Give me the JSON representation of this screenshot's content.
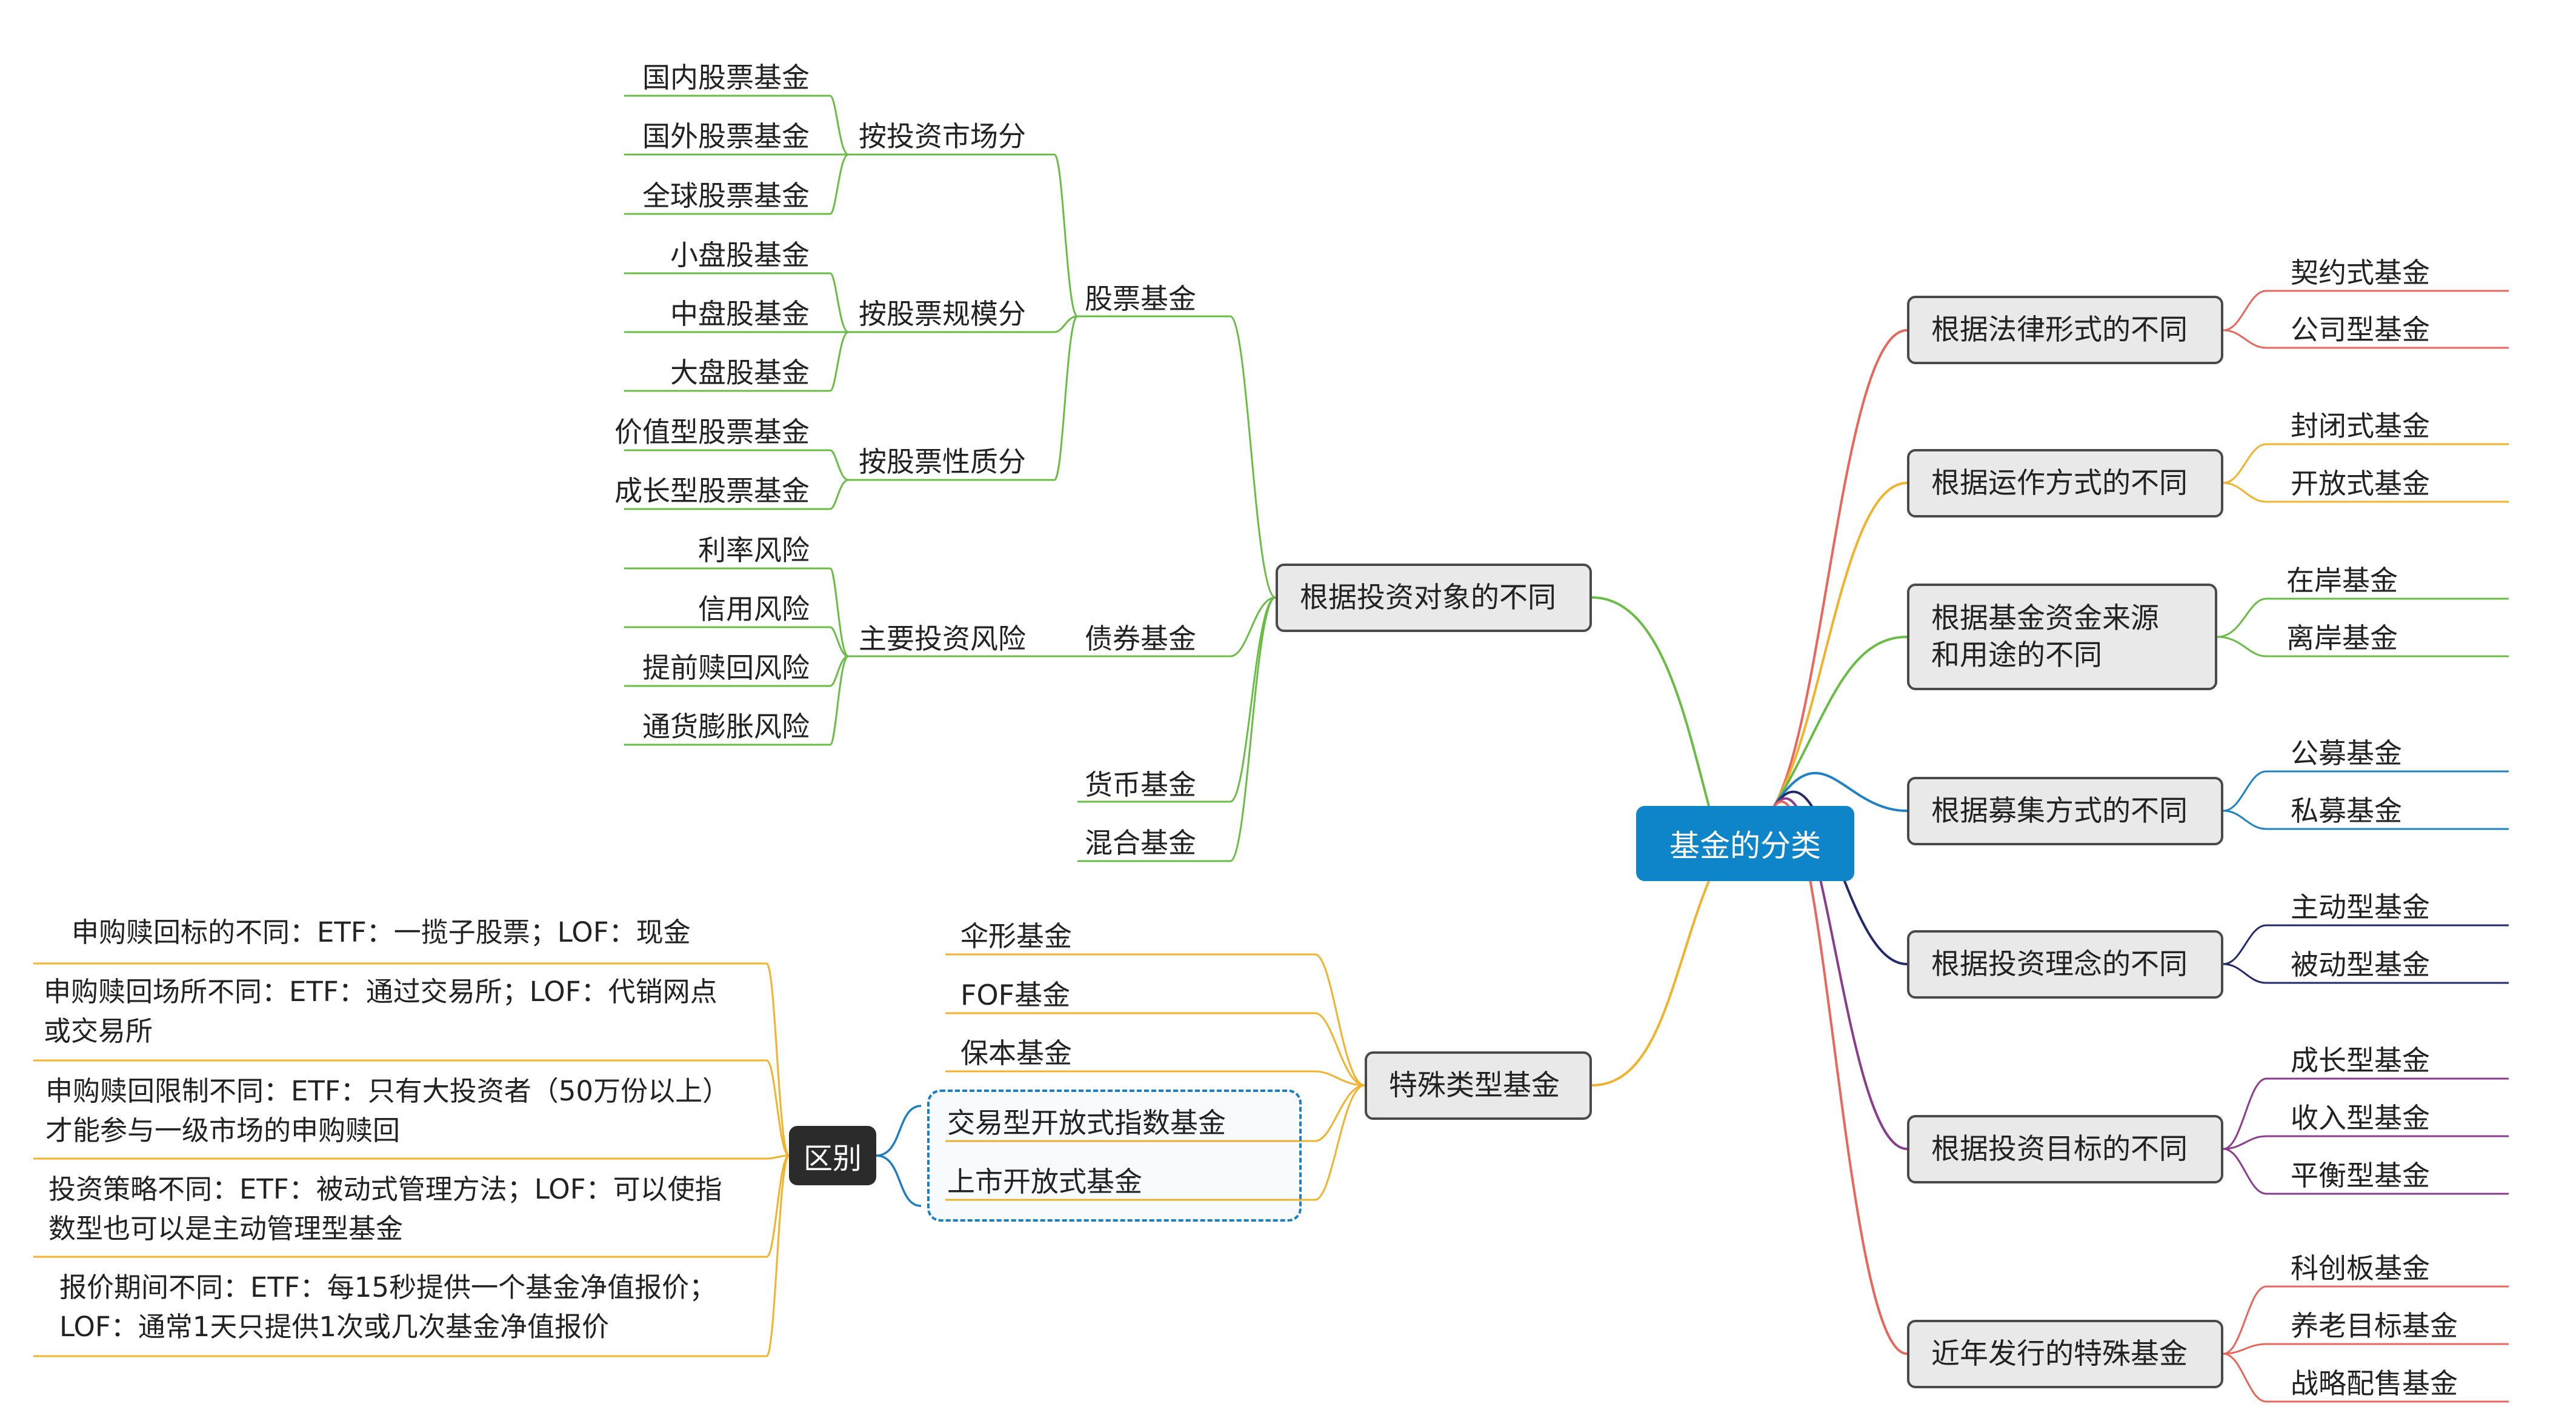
{
  "root": "基金的分类",
  "right": [
    {
      "label": "根据法律形式的不同",
      "color": "#e8665c",
      "children": [
        "契约式基金",
        "公司型基金"
      ]
    },
    {
      "label": "根据运作方式的不同",
      "color": "#f1b22c",
      "children": [
        "封闭式基金",
        "开放式基金"
      ]
    },
    {
      "label": "根据基金资金来源\n和用途的不同",
      "color": "#69bd45",
      "children": [
        "在岸基金",
        "离岸基金"
      ]
    },
    {
      "label": "根据募集方式的不同",
      "color": "#1e82c4",
      "children": [
        "公募基金",
        "私募基金"
      ]
    },
    {
      "label": "根据投资理念的不同",
      "color": "#222a6b",
      "children": [
        "主动型基金",
        "被动型基金"
      ]
    },
    {
      "label": "根据投资目标的不同",
      "color": "#8a3d8c",
      "children": [
        "成长型基金",
        "收入型基金",
        "平衡型基金"
      ]
    },
    {
      "label": "近年发行的特殊基金",
      "color": "#e8665c",
      "children": [
        "科创板基金",
        "养老目标基金",
        "战略配售基金"
      ]
    }
  ],
  "invest": {
    "label": "根据投资对象的不同",
    "color": "#69bd45",
    "stock": {
      "label": "股票基金",
      "groups": [
        {
          "label": "按投资市场分",
          "items": [
            "国内股票基金",
            "国外股票基金",
            "全球股票基金"
          ]
        },
        {
          "label": "按股票规模分",
          "items": [
            "小盘股基金",
            "中盘股基金",
            "大盘股基金"
          ]
        },
        {
          "label": "按股票性质分",
          "items": [
            "价值型股票基金",
            "成长型股票基金"
          ]
        }
      ]
    },
    "bond": {
      "label": "债券基金",
      "group": {
        "label": "主要投资风险",
        "items": [
          "利率风险",
          "信用风险",
          "提前赎回风险",
          "通货膨胀风险"
        ]
      }
    },
    "others": [
      "货币基金",
      "混合基金"
    ]
  },
  "special": {
    "label": "特殊类型基金",
    "color": "#f1b22c",
    "children": [
      "伞形基金",
      "FOF基金",
      "保本基金",
      "交易型开放式指数基金",
      "上市开放式基金"
    ],
    "diff_label": "区别",
    "notes": [
      "申购赎回标的不同：ETF：一揽子股票；LOF：现金",
      "申购赎回场所不同：ETF：通过交易所；LOF：代销网点或交易所",
      "申购赎回限制不同：ETF：只有大投资者（50万份以上）才能参与一级市场的申购赎回",
      "投资策略不同：ETF：被动式管理方法；LOF：可以使指数型也可以是主动管理型基金",
      "报价期间不同：ETF：每15秒提供一个基金净值报价；LOF：通常1天只提供1次或几次基金净值报价"
    ]
  }
}
